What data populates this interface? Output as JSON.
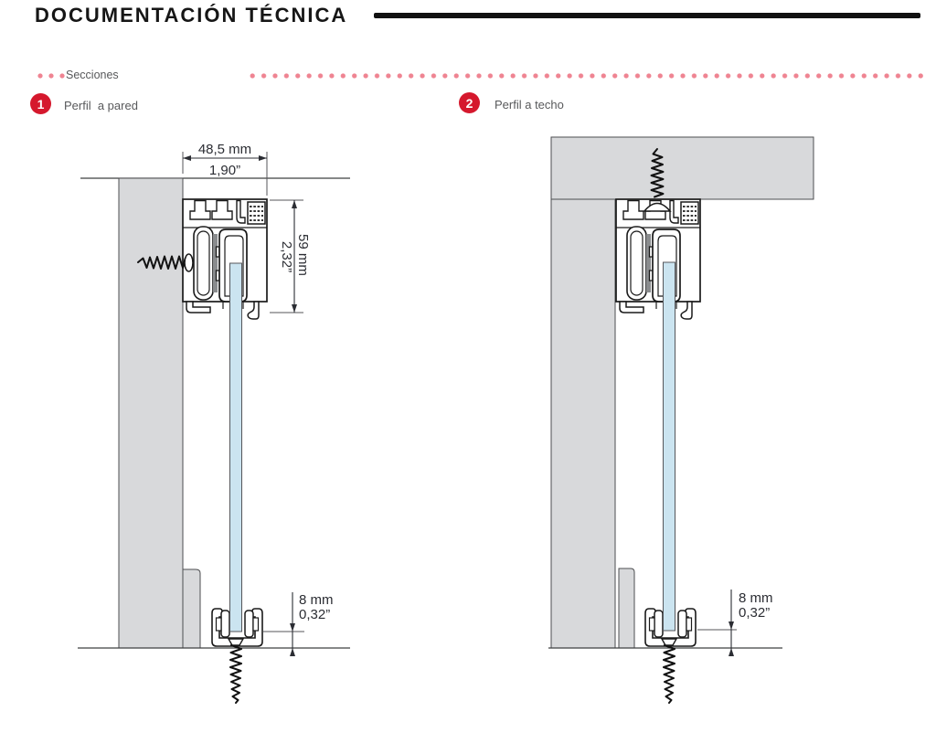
{
  "header": {
    "title": "DOCUMENTACIÓN TÉCNICA"
  },
  "sections_label": "Secciones",
  "diagram1": {
    "badge": "1",
    "label": "Perfil  a pared",
    "dim_width_mm": "48,5 mm",
    "dim_width_in": "1,90”",
    "dim_height_mm": "59 mm",
    "dim_height_in": "2,32”",
    "dim_gap_mm": "8 mm",
    "dim_gap_in": "0,32”"
  },
  "diagram2": {
    "badge": "2",
    "label": "Perfil a techo",
    "dim_gap_mm": "8 mm",
    "dim_gap_in": "0,32”"
  },
  "colors": {
    "accent_red": "#d5182d",
    "dot_pink": "#ef8492",
    "glass_blue": "#cbe4f0",
    "surface_gray": "#d8d9db",
    "line_dark": "#1a1a1a"
  }
}
